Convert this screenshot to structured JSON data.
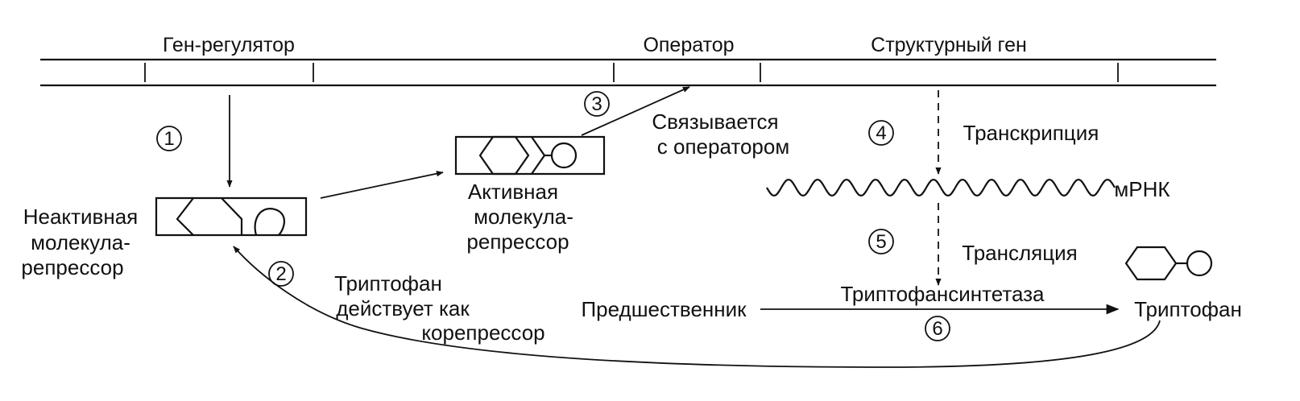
{
  "dna": {
    "regulator_gene": "Ген-регулятор",
    "operator": "Оператор",
    "structural_gene": "Структурный ген"
  },
  "steps": [
    "1",
    "2",
    "3",
    "4",
    "5",
    "6"
  ],
  "inactive_repressor": [
    "Неактивная",
    "молекула-",
    "репрессор"
  ],
  "active_repressor": [
    "Активная",
    "молекула-",
    "репрессор"
  ],
  "binds_operator": [
    "Связывается",
    "с оператором"
  ],
  "transcription": "Транскрипция",
  "mrna": "мРНК",
  "translation": "Трансляция",
  "enzyme": "Триптофансинтетаза",
  "precursor": "Предшественник",
  "tryptophan": "Триптофан",
  "corepressor_note": [
    "Триптофан",
    "действует как",
    "корепрессор"
  ]
}
